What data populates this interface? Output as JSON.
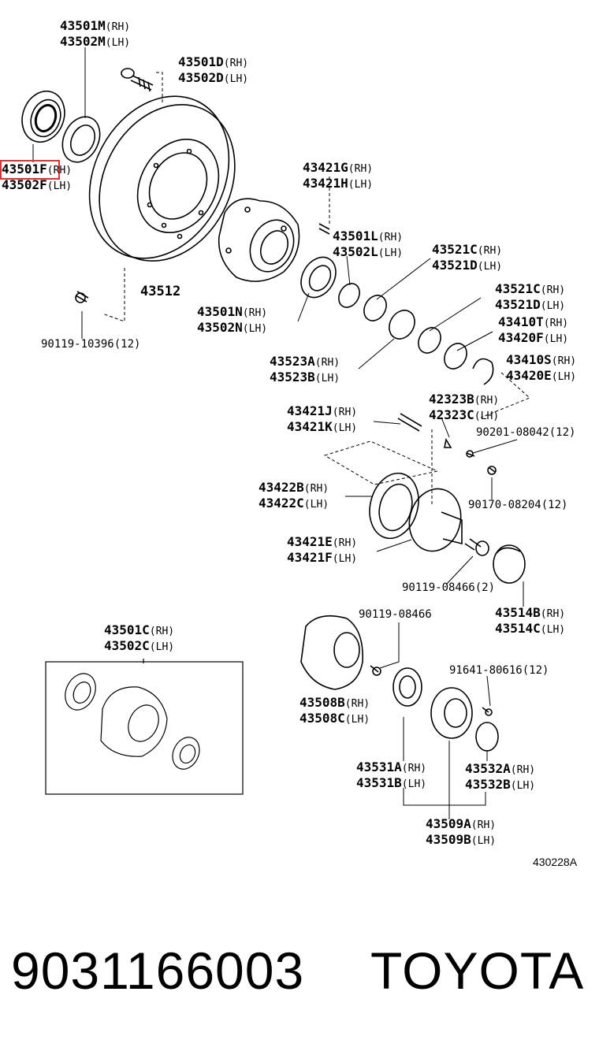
{
  "labels": [
    {
      "id": "l1",
      "rh": "43501M",
      "lh": "43502M"
    },
    {
      "id": "l2",
      "rh": "43501D",
      "lh": "43502D"
    },
    {
      "id": "l3",
      "rh": "43501F",
      "lh": "43502F"
    },
    {
      "id": "l4",
      "rh": "43421G",
      "lh": "43421H"
    },
    {
      "id": "l5",
      "rh": "43501L",
      "lh": "43502L"
    },
    {
      "id": "l6",
      "rh": "43521C",
      "lh": "43521D"
    },
    {
      "id": "l7",
      "rh": "43501N",
      "lh": "43502N"
    },
    {
      "id": "l8",
      "rh": "43521C",
      "lh": "43521D"
    },
    {
      "id": "l9",
      "rh": "43410T",
      "lh": "43420F"
    },
    {
      "id": "l10",
      "rh": "43523A",
      "lh": "43523B"
    },
    {
      "id": "l11",
      "rh": "43410S",
      "lh": "43420E"
    },
    {
      "id": "l12",
      "rh": "42323B",
      "lh": "42323C"
    },
    {
      "id": "l13",
      "rh": "43421J",
      "lh": "43421K"
    },
    {
      "id": "l14",
      "rh": "43422B",
      "lh": "43422C"
    },
    {
      "id": "l15",
      "rh": "43421E",
      "lh": "43421F"
    },
    {
      "id": "l16",
      "rh": "43514B",
      "lh": "43514C"
    },
    {
      "id": "l17",
      "rh": "43501C",
      "lh": "43502C"
    },
    {
      "id": "l18",
      "rh": "43508B",
      "lh": "43508C"
    },
    {
      "id": "l19",
      "rh": "43531A",
      "lh": "43531B"
    },
    {
      "id": "l20",
      "rh": "43532A",
      "lh": "43532B"
    },
    {
      "id": "l21",
      "rh": "43509A",
      "lh": "43509B"
    }
  ],
  "side_rh": "(RH)",
  "side_lh": "(LH)",
  "single_labels": {
    "disc": "43512",
    "bolt_10396": "90119-10396(12)",
    "washer_08042": "90201-08042(12)",
    "nut_08204": "90170-08204(12)",
    "bolt_08466_2": "90119-08466(2)",
    "bolt_08466": "90119-08466",
    "nut_80616": "91641-80616(12)"
  },
  "highlighted_part": "43501F",
  "diagram_code": "430228A",
  "footer": {
    "part_number": "9031166003",
    "brand": "TOYOTA"
  },
  "colors": {
    "highlight": "#e03030",
    "ink": "#000000",
    "background": "#ffffff"
  }
}
